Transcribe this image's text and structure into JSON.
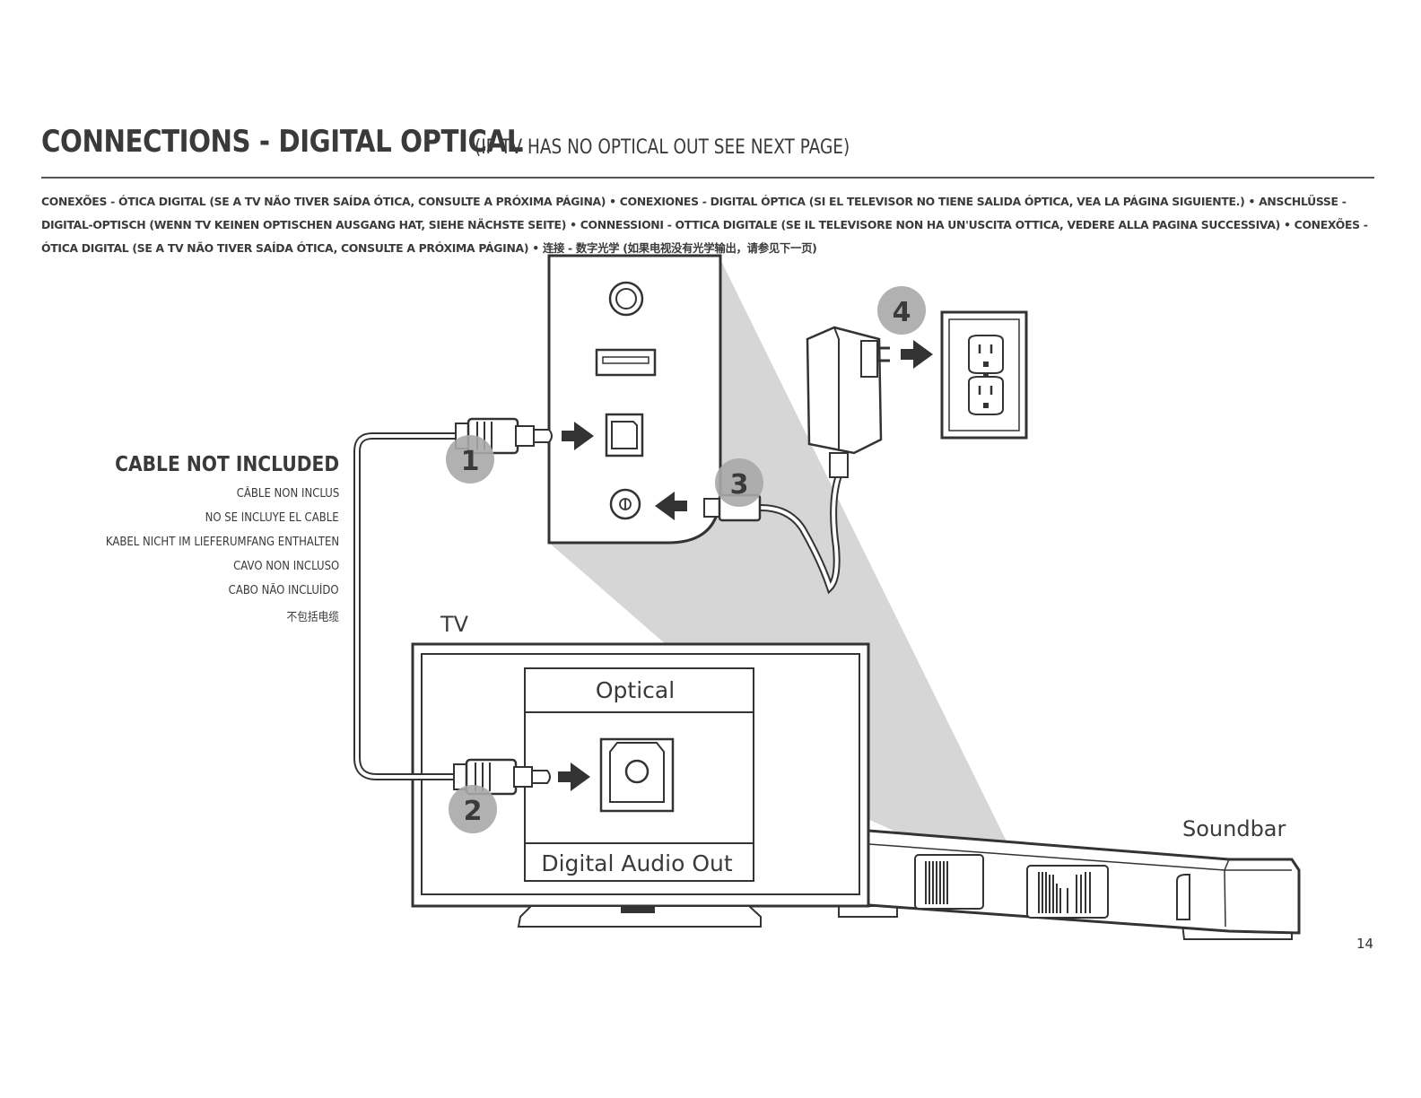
{
  "header": {
    "title": "CONNECTIONS - DIGITAL OPTICAL",
    "subtitle": "(IF TV HAS NO OPTICAL OUT SEE NEXT PAGE)",
    "translations": "CONEXÕES - ÓTICA DIGITAL (SE A TV NÃO TIVER SAÍDA ÓTICA, CONSULTE A PRÓXIMA PÁGINA) • CONEXIONES - DIGITAL ÓPTICA (SI EL TELEVISOR NO TIENE SALIDA ÓPTICA, VEA LA PÁGINA SIGUIENTE.) • ANSCHLÜSSE - DIGITAL-OPTISCH (WENN TV KEINEN OPTISCHEN AUSGANG HAT, SIEHE NÄCHSTE SEITE) • CONNESSIONI - OTTICA DIGITALE (SE IL TELEVISORE NON HA UN'USCITA OTTICA, VEDERE ALLA PAGINA SUCCESSIVA) • CONEXÕES - ÓTICA DIGITAL (SE A TV NÃO TIVER SAÍDA ÓTICA, CONSULTE A PRÓXIMA PÁGINA) • 连接 - 数字光学 (如果电视没有光学输出，请参见下一页)"
  },
  "cable_note": {
    "heading": "CABLE NOT INCLUDED",
    "lines": [
      "CÂBLE NON INCLUS",
      "NO SE INCLUYE EL CABLE",
      "KABEL NICHT IM LIEFERUMFANG ENTHALTEN",
      "CAVO NON INCLUSO",
      "CABO NÃO INCLUÍDO",
      "不包括电缆"
    ]
  },
  "diagram": {
    "tv_label": "TV",
    "optical_label": "Optical",
    "digital_audio_out_label": "Digital Audio Out",
    "soundbar_label": "Soundbar",
    "steps": [
      "1",
      "2",
      "3",
      "4"
    ]
  },
  "page_number": "14"
}
